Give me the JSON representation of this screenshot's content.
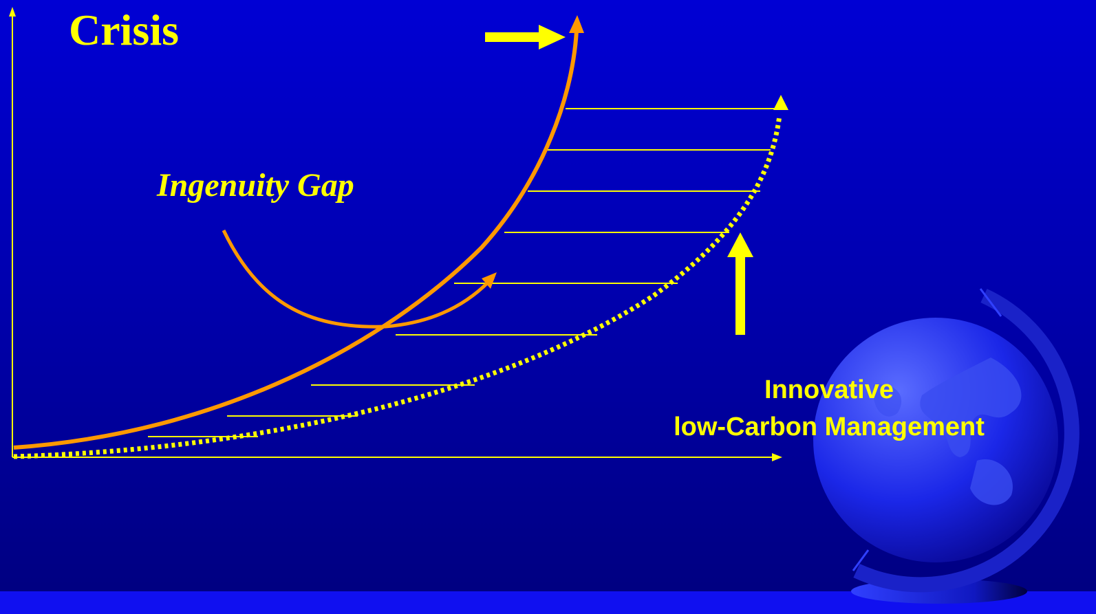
{
  "slide": {
    "title": "Crisis",
    "gap_label": "Ingenuity Gap",
    "management_line1": "Innovative",
    "management_line2": "low-Carbon Management"
  },
  "colors": {
    "background": "#0000c8",
    "text": "#ffff00",
    "crisis_curve": "#ff9900",
    "axes": "#ffff00",
    "footer_bar": "#1010f0"
  },
  "icons": {
    "crisis_arrow": "right-arrow-icon",
    "innovation_arrow": "up-arrow-icon",
    "decoration": "globe-icon"
  }
}
